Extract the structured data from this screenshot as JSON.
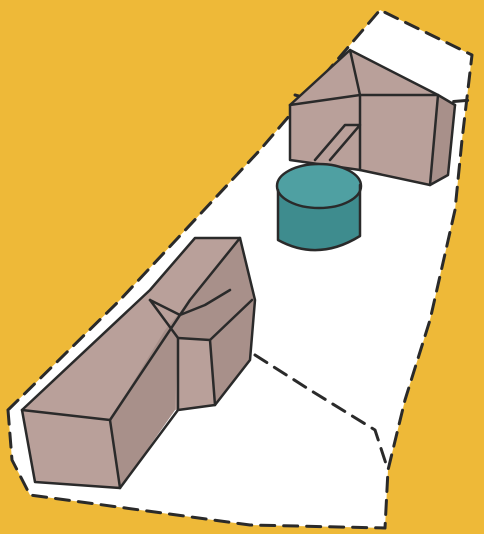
{
  "colors": {
    "background": "#EEB938",
    "site": "#FFFFFF",
    "building": "#B9A09A",
    "building_shade": "#A8908A",
    "tank": "#3E8C8E",
    "tank_top": "#4FA0A2",
    "outline": "#2A2A2A"
  },
  "icons": [
    "site-boundary",
    "house-building",
    "cylindrical-tank",
    "long-building"
  ]
}
